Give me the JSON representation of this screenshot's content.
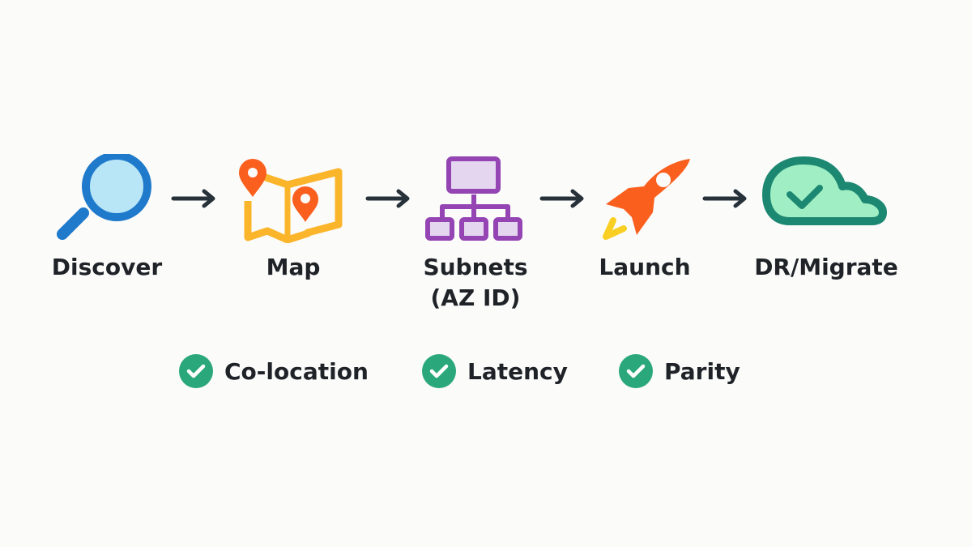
{
  "steps": [
    {
      "label": "Discover",
      "icon": "magnifier-icon"
    },
    {
      "label": "Map",
      "icon": "map-icon"
    },
    {
      "label": "Subnets",
      "sublabel": "(AZ ID)",
      "icon": "network-icon"
    },
    {
      "label": "Launch",
      "icon": "rocket-icon"
    },
    {
      "label": "DR/Migrate",
      "icon": "cloud-check-icon"
    }
  ],
  "checks": [
    {
      "label": "Co-location"
    },
    {
      "label": "Latency"
    },
    {
      "label": "Parity"
    }
  ],
  "colors": {
    "discover": "#1f7acb",
    "map": "#fbb52b",
    "pin": "#fa5f1d",
    "subnets": "#9445b3",
    "rocket": "#fa5f1d",
    "flame": "#f9cf24",
    "cloud": "#1d8872",
    "check": "#2aa87c",
    "arrow": "#27313a"
  }
}
